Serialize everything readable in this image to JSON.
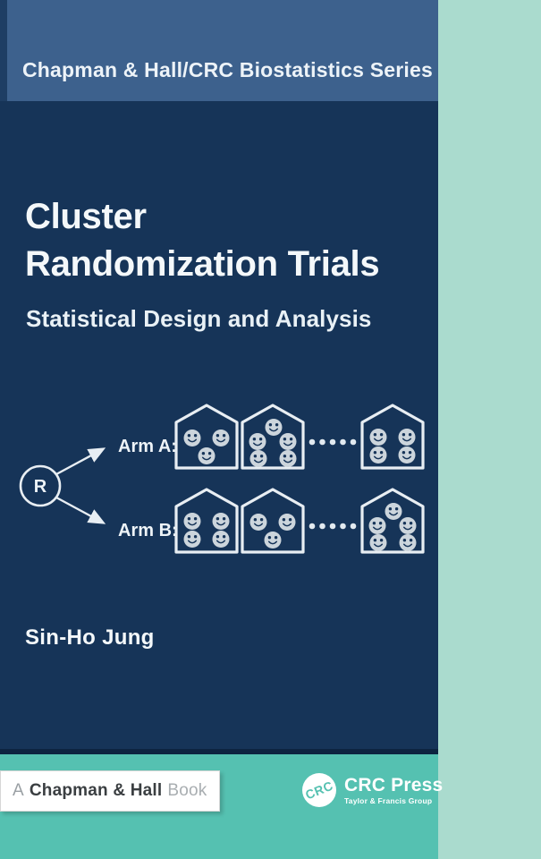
{
  "colors": {
    "navy": "#163458",
    "banner_blue": "#3d618d",
    "teal": "#55c1b1",
    "mint": "#aadbce",
    "text_light": "#f4f8fa",
    "face_fill": "#ccd5dc"
  },
  "series_banner": {
    "title": "Chapman & Hall/CRC Biostatistics Series"
  },
  "title_block": {
    "title_line1": "Cluster",
    "title_line2": "Randomization Trials",
    "subtitle": "Statistical Design and Analysis"
  },
  "author": {
    "name": "Sin-Ho Jung"
  },
  "diagram": {
    "randomizer_label": "R",
    "ellipsis_dots": 5,
    "arms": [
      {
        "label": "Arm A:",
        "clusters": [
          {
            "faces": 3
          },
          {
            "faces": 5
          }
        ],
        "final_cluster": {
          "faces": 4
        }
      },
      {
        "label": "Arm B:",
        "clusters": [
          {
            "faces": 4
          },
          {
            "faces": 3
          }
        ],
        "final_cluster": {
          "faces": 5
        }
      }
    ]
  },
  "footer": {
    "book_label": {
      "prefix": "A",
      "brand": "Chapman & Hall",
      "suffix": "Book"
    },
    "publisher": {
      "logo_text": "CRC",
      "name": "CRC Press",
      "group": "Taylor & Francis Group"
    }
  }
}
